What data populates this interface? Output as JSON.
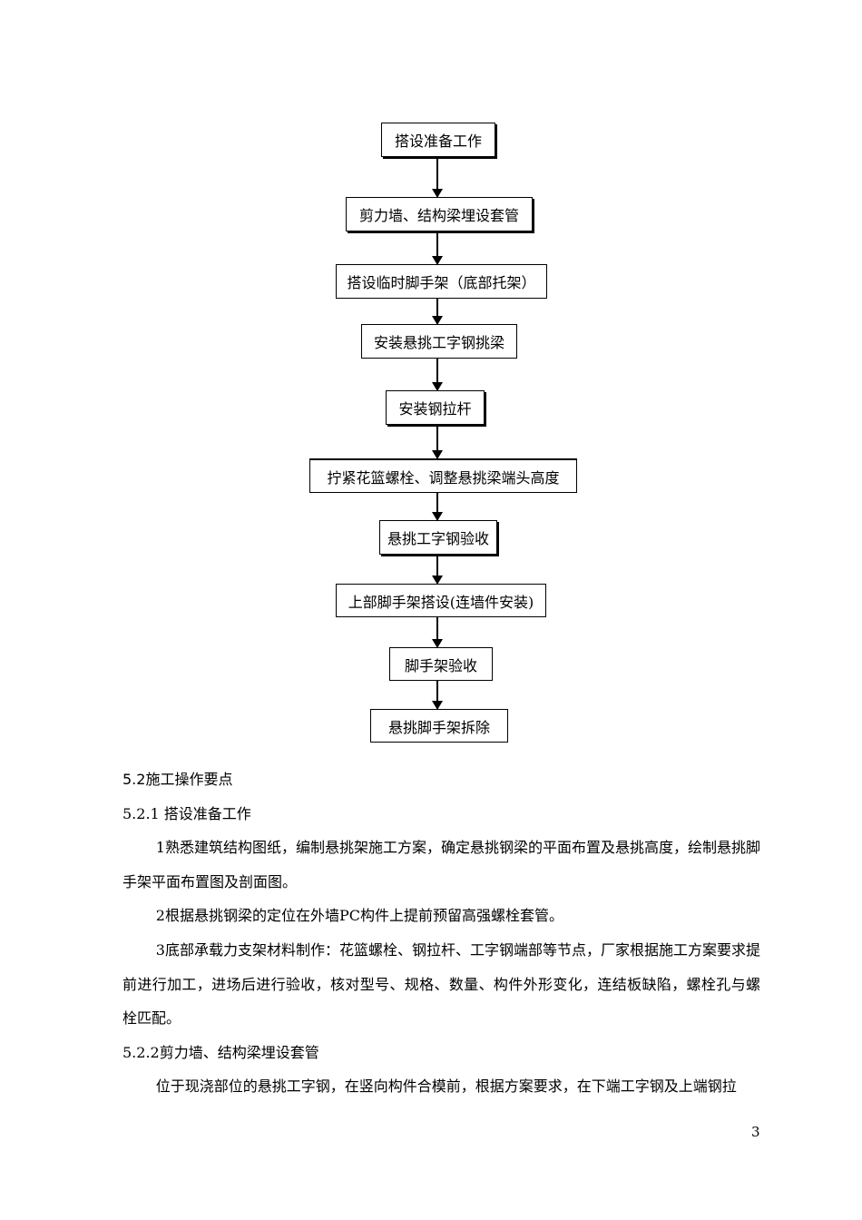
{
  "flowchart": {
    "steps": [
      "搭设准备工作",
      "剪力墙、结构梁埋设套管",
      "搭设临时脚手架（底部托架）",
      "安装悬挑工字钢挑梁",
      "安装钢拉杆",
      "拧紧花篮螺栓、调整悬挑梁端头高度",
      "悬挑工字钢验收",
      "上部脚手架搭设(连墙件安装)",
      "脚手架验收",
      "悬挑脚手架拆除"
    ]
  },
  "body": {
    "section_title": "5.2施工操作要点",
    "sub1_title": "5.2.1 搭设准备工作",
    "item1": "1熟悉建筑结构图纸，编制悬挑架施工方案，确定悬挑钢梁的平面布置及悬挑高度，绘制悬挑脚手架平面布置图及剖面图。",
    "item2": "2根据悬挑钢梁的定位在外墙PC构件上提前预留高强螺栓套管。",
    "item3": "3底部承载力支架材料制作：花篮螺栓、钢拉杆、工字钢端部等节点，厂家根据施工方案要求提前进行加工，进场后进行验收，核对型号、规格、数量、构件外形变化，连结板缺陷，螺栓孔与螺栓匹配。",
    "sub2_title": "5.2.2剪力墙、结构梁埋设套管",
    "para": "位于现浇部位的悬挑工字钢，在竖向构件合模前，根据方案要求，在下端工字钢及上端钢拉"
  },
  "page_number": "3"
}
